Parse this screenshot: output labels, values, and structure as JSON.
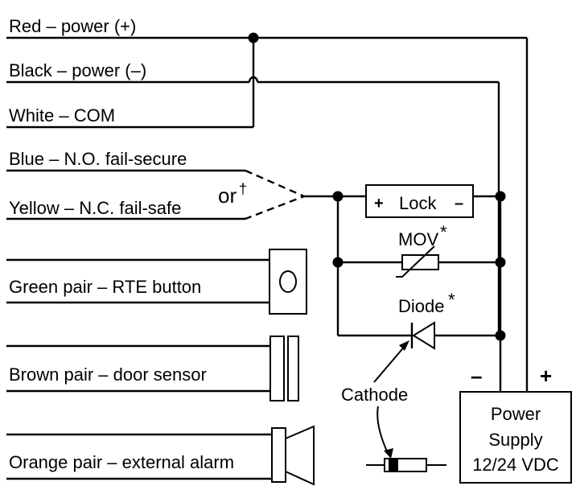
{
  "wires": [
    {
      "label": "Red – power (+)"
    },
    {
      "label": "Black – power (–)"
    },
    {
      "label": "White – COM"
    },
    {
      "label": "Blue – N.O. fail-secure"
    },
    {
      "label": "Yellow – N.C. fail-safe"
    },
    {
      "label": "Green pair – RTE button"
    },
    {
      "label": "Brown pair – door sensor"
    },
    {
      "label": "Orange pair – external alarm"
    }
  ],
  "or_note": {
    "text": "or",
    "dagger": "†"
  },
  "lock": {
    "plus": "+",
    "label": "Lock",
    "minus": "–"
  },
  "mov": {
    "label": "MOV",
    "star": "*"
  },
  "diode": {
    "label": "Diode",
    "star": "*"
  },
  "cathode": {
    "label": "Cathode"
  },
  "power_supply": {
    "line1": "Power",
    "line2": "Supply",
    "line3": "12/24 VDC",
    "minus": "–",
    "plus": "+"
  }
}
